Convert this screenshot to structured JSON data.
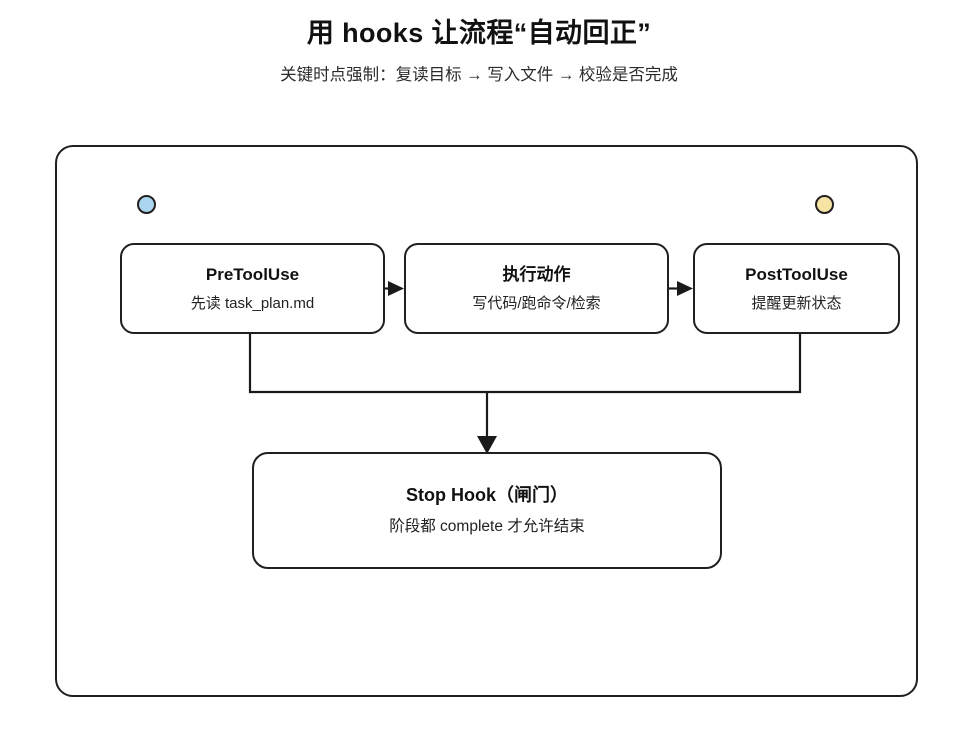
{
  "header": {
    "title": "用 hooks 让流程“自动回正”",
    "subtitle": "关键时点强制：复读目标 → 写入文件 → 校验是否完成"
  },
  "diagram": {
    "type": "flowchart",
    "frame_label": "hooks-flow-container",
    "status_dots": [
      {
        "name": "start-dot",
        "color": "#a9d5ef",
        "position": "top-left"
      },
      {
        "name": "end-dot",
        "color": "#f6e4a4",
        "position": "top-right"
      }
    ],
    "nodes": [
      {
        "id": "pretooluse",
        "title": "PreToolUse",
        "subtitle": "先读 task_plan.md"
      },
      {
        "id": "action",
        "title": "执行动作",
        "subtitle": "写代码/跑命令/检索"
      },
      {
        "id": "posttooluse",
        "title": "PostToolUse",
        "subtitle": "提醒更新状态"
      },
      {
        "id": "stophook",
        "title": "Stop Hook（闸门）",
        "subtitle": "阶段都 complete 才允许结束"
      }
    ],
    "edges": [
      {
        "from": "pretooluse",
        "to": "action",
        "style": "arrow-right"
      },
      {
        "from": "action",
        "to": "posttooluse",
        "style": "arrow-right"
      },
      {
        "from": "pretooluse",
        "to": "stophook",
        "style": "merge-down"
      },
      {
        "from": "posttooluse",
        "to": "stophook",
        "style": "merge-down-arrow"
      }
    ]
  },
  "colors": {
    "stroke": "#1a1a1a",
    "frame": "#231f20",
    "blue_dot": "#a9d5ef",
    "yellow_dot": "#f6e4a4",
    "background": "#ffffff"
  }
}
